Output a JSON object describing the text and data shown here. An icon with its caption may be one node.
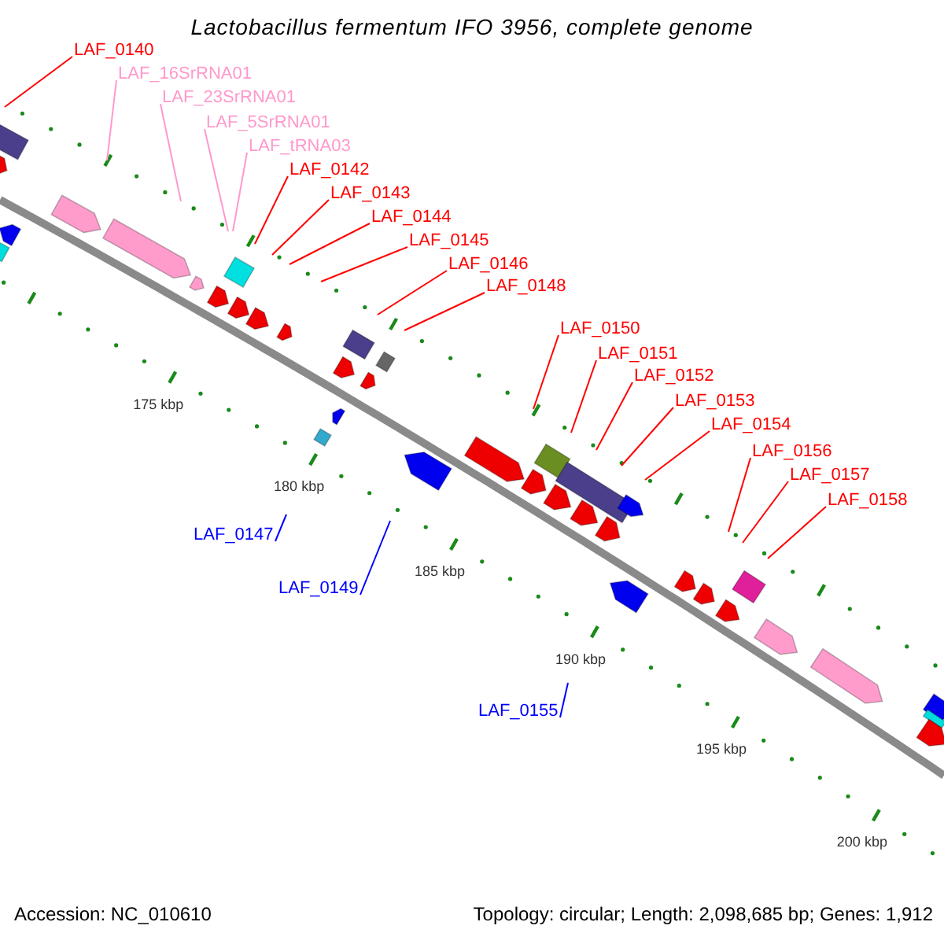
{
  "diagram": {
    "title": "Lactobacillus fermentum IFO 3956, complete genome",
    "nodes": [
      {
        "text": [
          "LAF_0140"
        ]
      },
      {
        "text": [
          "LAF_16SrRNA01"
        ]
      },
      {
        "text": [
          "LAF_23SrRNA01"
        ]
      },
      {
        "text": [
          "LAF_5SrRNA01"
        ]
      },
      {
        "text": [
          "LAF_tRNA03"
        ]
      },
      {
        "text": [
          "LAF_0142"
        ]
      },
      {
        "text": [
          "LAF_0143"
        ]
      },
      {
        "text": [
          "LAF_0144"
        ]
      },
      {
        "text": [
          "LAF_0145"
        ]
      },
      {
        "text": [
          "LAF_0146"
        ]
      },
      {
        "text": [
          "LAF_0148"
        ]
      },
      {
        "text": [
          "LAF_0150"
        ]
      },
      {
        "text": [
          "LAF_0151"
        ]
      },
      {
        "text": [
          "LAF_0152"
        ]
      },
      {
        "text": [
          "LAF_0153"
        ]
      },
      {
        "text": [
          "LAF_0154"
        ]
      },
      {
        "text": [
          "LAF_0156"
        ]
      },
      {
        "text": [
          "LAF_0157"
        ]
      },
      {
        "text": [
          "LAF_0158"
        ]
      },
      {
        "text": [
          "LAF_0147"
        ]
      },
      {
        "text": [
          "LAF_0149"
        ]
      },
      {
        "text": [
          "LAF_0155"
        ]
      }
    ],
    "edges": [
      {
        "from": 0,
        "to": null,
        "arrow": "none"
      },
      {
        "from": 1,
        "to": null,
        "arrow": "none",
        "color": "#ff99cc"
      },
      {
        "from": 2,
        "to": null,
        "arrow": "none",
        "color": "#ff99cc"
      },
      {
        "from": 3,
        "to": null,
        "arrow": "none",
        "color": "#ff99cc"
      },
      {
        "from": 4,
        "to": null,
        "arrow": "none",
        "color": "#ff99cc"
      },
      {
        "from": 5,
        "to": null,
        "arrow": "none"
      },
      {
        "from": 6,
        "to": null,
        "arrow": "none"
      },
      {
        "from": 7,
        "to": null,
        "arrow": "none"
      },
      {
        "from": 8,
        "to": null,
        "arrow": "none"
      },
      {
        "from": 9,
        "to": null,
        "arrow": "none"
      },
      {
        "from": 10,
        "to": null,
        "arrow": "none"
      },
      {
        "from": 11,
        "to": null,
        "arrow": "none"
      },
      {
        "from": 12,
        "to": null,
        "arrow": "none"
      },
      {
        "from": 13,
        "to": null,
        "arrow": "none"
      },
      {
        "from": 14,
        "to": null,
        "arrow": "none"
      },
      {
        "from": 15,
        "to": null,
        "arrow": "none"
      },
      {
        "from": 16,
        "to": null,
        "arrow": "none"
      },
      {
        "from": 17,
        "to": null,
        "arrow": "none"
      },
      {
        "from": 18,
        "to": null,
        "arrow": "none"
      },
      {
        "from": 19,
        "to": null,
        "arrow": "none",
        "color": "#0000ff"
      },
      {
        "from": 20,
        "to": null,
        "arrow": "none",
        "color": "#0000ff"
      },
      {
        "from": 21,
        "to": null,
        "arrow": "none",
        "color": "#0000ff"
      }
    ],
    "labels": [
      "175 kbp",
      "180 kbp",
      "185 kbp",
      "190 kbp",
      "195 kbp",
      "200 kbp",
      "Accession: NC_010610",
      "Topology: circular; Length: 2,098,685 bp; Genes: 1,912"
    ]
  }
}
